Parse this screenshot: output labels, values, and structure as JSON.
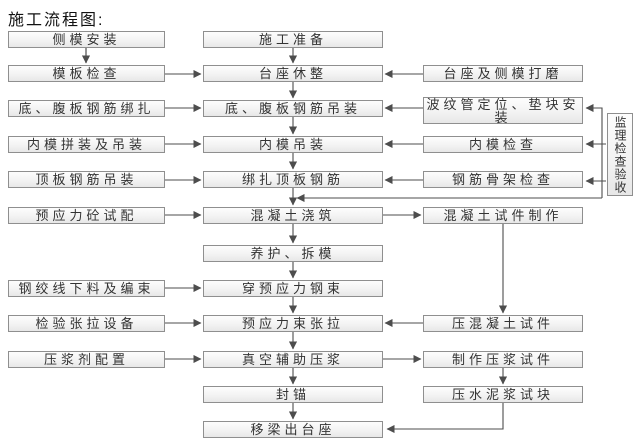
{
  "title": "施工流程图:",
  "colors": {
    "box_border": "#8f8f8f",
    "box_fill_top": "#fdfdfd",
    "box_fill_bottom": "#e7e7e7",
    "line": "#4d4d4d",
    "text": "#333333"
  },
  "nodes": {
    "side_form_install": "侧模安装",
    "construction_prep": "施工准备",
    "formwork_check": "模板检查",
    "pedestal_rest": "台座休整",
    "pedestal_side_form_grind": "台座及侧模打磨",
    "bottom_web_rebar_tie": "底、腹板钢筋绑扎",
    "bottom_web_rebar_hoist": "底、腹板钢筋吊装",
    "duct_position_pad_install": "波纹管定位、垫块安装",
    "inner_form_assemble_hoist": "内模拼装及吊装",
    "inner_form_hoist": "内模吊装",
    "inner_form_check": "内模检查",
    "top_rebar_hoist": "顶板钢筋吊装",
    "top_rebar_tie": "绑扎顶板钢筋",
    "rebar_frame_check": "钢筋骨架检查",
    "supervision_check_accept": "监理检查验收",
    "prestress_concrete_trial_mix": "预应力砼试配",
    "concrete_pour": "混凝土浇筑",
    "concrete_specimen_make": "混凝土试件制作",
    "cure_demold": "养护、拆模",
    "strand_cut_bundle": "钢绞线下料及编束",
    "thread_prestress_strand": "穿预应力钢束",
    "check_tension_equipment": "检验张拉设备",
    "prestress_tension": "预应力束张拉",
    "press_concrete_specimen": "压混凝土试件",
    "grout_agent_prep": "压浆剂配置",
    "vacuum_assist_grouting": "真空辅助压浆",
    "grout_specimen_make": "制作压浆试件",
    "press_cement_grout_block": "压水泥浆试块",
    "seal_anchor": "封锚",
    "move_beam_off_pedestal": "移梁出台座"
  }
}
